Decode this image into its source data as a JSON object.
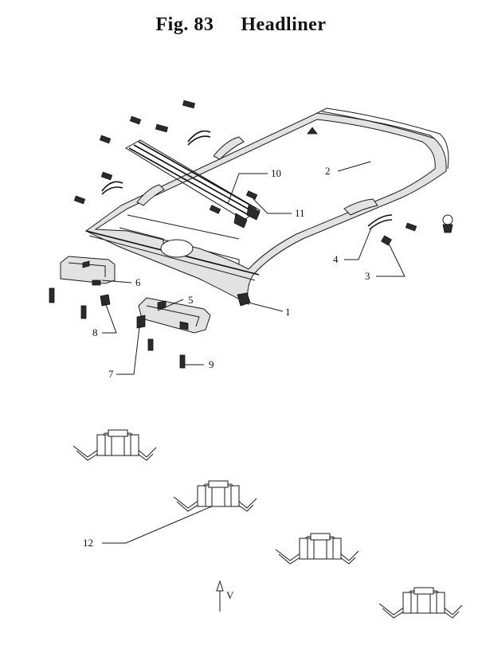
{
  "figure": {
    "number": "Fig. 83",
    "name": "Headliner"
  },
  "callouts": {
    "c1": "1",
    "c2": "2",
    "c3": "3",
    "c4": "4",
    "c5": "5",
    "c6": "6",
    "c7": "7",
    "c8": "8",
    "c9": "9",
    "c10": "10",
    "c11": "11",
    "c12": "12"
  },
  "view_label": "V",
  "colors": {
    "ink": "#111111",
    "shade": "#e2e2e2",
    "paper": "#ffffff"
  }
}
